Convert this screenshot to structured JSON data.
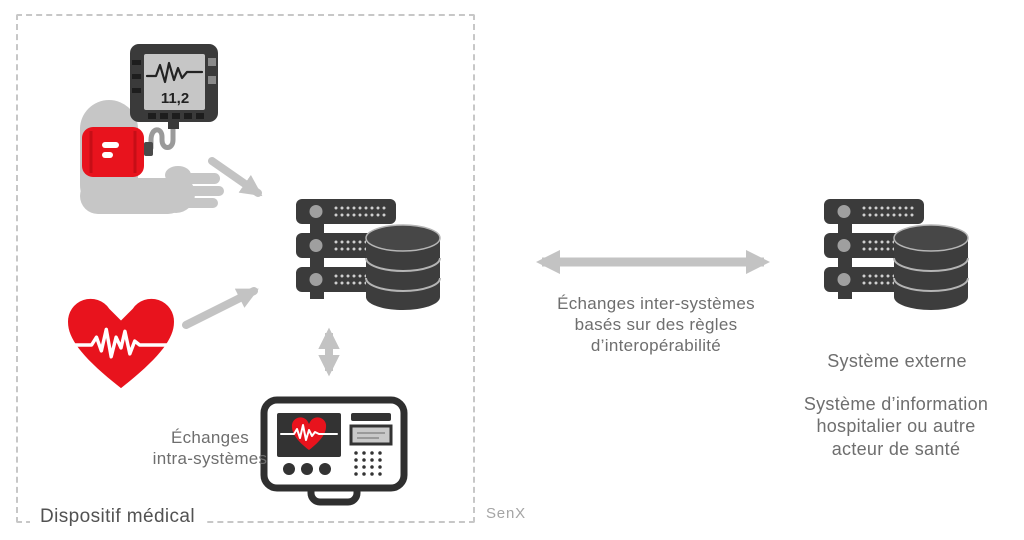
{
  "page": {
    "brand": "SenX"
  },
  "colors": {
    "accent_red": "#e8131d",
    "icon_dark": "#3b3b3b",
    "arrow_gray": "#c3c3c3",
    "arm_gray": "#c6c6c6",
    "border_gray": "#c7c7c7",
    "label_gray": "#6e6e6e"
  },
  "device_box": {
    "label": "Dispositif médical"
  },
  "bp_monitor": {
    "reading": "11,2"
  },
  "labels": {
    "intra": {
      "lines": [
        "Échanges",
        "intra-systèmes"
      ]
    },
    "inter": {
      "lines": [
        "Échanges inter-systèmes",
        "basés sur des règles",
        "d’interopérabilité"
      ]
    },
    "external_title": "Système externe",
    "external_subtitle": {
      "lines": [
        "Système d’information",
        "hospitalier ou autre",
        "acteur de santé"
      ]
    }
  },
  "icons": {
    "left_inner": [
      "blood-pressure-monitor-icon",
      "heart-ecg-icon",
      "server-database-icon",
      "patient-monitor-icon"
    ],
    "right": [
      "server-database-icon"
    ]
  }
}
